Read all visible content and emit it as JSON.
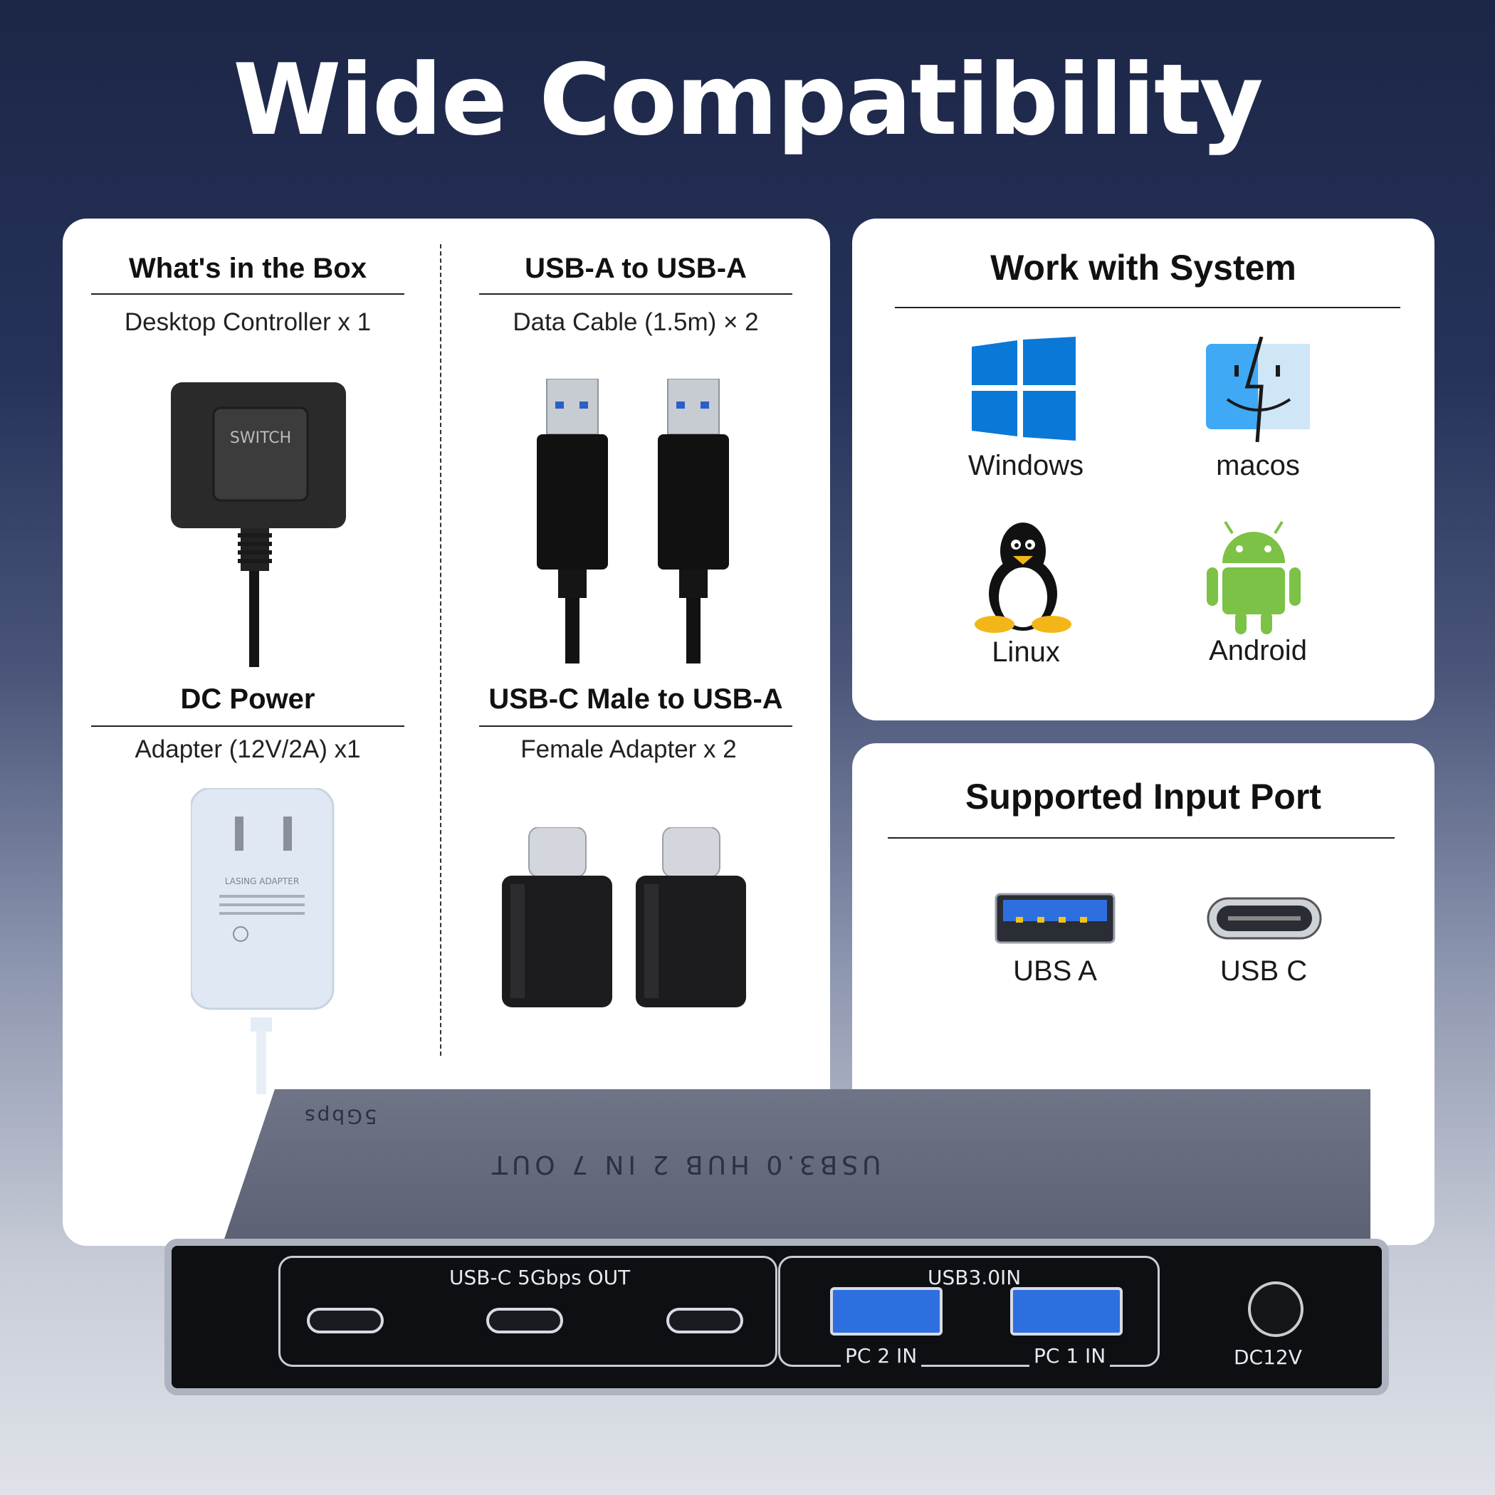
{
  "title": "Wide Compatibility",
  "box_items": [
    {
      "heading": "What's in the Box",
      "detail": "Desktop Controller x 1",
      "image_text": "SWITCH"
    },
    {
      "heading": "USB-A to USB-A",
      "detail": "Data Cable (1.5m) × 2"
    },
    {
      "heading": "DC Power",
      "detail": "Adapter (12V/2A) x1",
      "image_text": "LASING ADAPTER"
    },
    {
      "heading": "USB-C Male to USB-A",
      "detail": "Female Adapter x 2"
    }
  ],
  "systems": {
    "title": "Work with System",
    "items": [
      {
        "label": "Windows",
        "icon": "windows-icon"
      },
      {
        "label": "macos",
        "icon": "macos-icon"
      },
      {
        "label": "Linux",
        "icon": "linux-icon"
      },
      {
        "label": "Android",
        "icon": "android-icon"
      }
    ]
  },
  "ports": {
    "title": "Supported Input Port",
    "items": [
      {
        "label": "UBS A",
        "icon": "usb-a-port-icon"
      },
      {
        "label": "USB C",
        "icon": "usb-c-port-icon"
      }
    ]
  },
  "hub": {
    "top_text": "USB3.0 HUB 2 IN 7 OUT",
    "speed_text": "5Gbps",
    "out_group": "USB-C 5Gbps OUT",
    "in_group": "USB3.0IN",
    "pc2": "PC 2 IN",
    "pc1": "PC 1 IN",
    "dc": "DC12V"
  },
  "colors": {
    "background_top": "#1c2646",
    "windows_blue": "#0a78d7",
    "android_green": "#7cc246",
    "usb_blue": "#2e6fe0"
  }
}
